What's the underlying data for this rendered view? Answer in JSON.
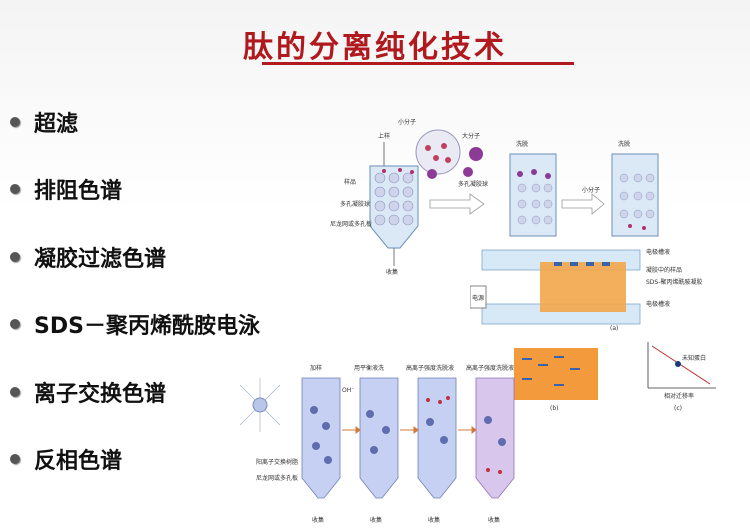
{
  "title": "肽的分离纯化技术",
  "bullets": [
    {
      "label": "超滤"
    },
    {
      "label": "排阻色谱"
    },
    {
      "label": "凝胶过滤色谱"
    },
    {
      "label": "SDS－聚丙烯酰胺电泳"
    },
    {
      "label": "离子交换色谱"
    },
    {
      "label": "反相色谱"
    }
  ],
  "gel_filtration_figure": {
    "sample_load": "上样",
    "small_molecule": "小分子",
    "large_molecule": "大分子",
    "porous_gel_bead": "多孔凝胶球",
    "sample": "样品",
    "porous_bead": "多孔凝胶球",
    "nylon_plate": "尼龙网或多孔板",
    "collect": "收集",
    "elution_1": "洗脱",
    "elution_2": "洗脱",
    "small_molecule_2": "小分子"
  },
  "electrophoresis_figure": {
    "electrode_top": "电极槽液",
    "sample_well": "凝胶中的样品",
    "gel": "SDS-聚丙烯酰胺凝胶",
    "electrode_bottom": "电极槽液",
    "label_a": "(a)",
    "label_b": "(b)",
    "label_c": "(c)",
    "unknown_protein": "未知蛋白",
    "axis_x": "相对迁移率",
    "power": "电源"
  },
  "ion_exchange_figure": {
    "step_1": "加样",
    "step_2": "用平衡液洗",
    "step_3": "高离子强度洗脱液",
    "step_4": "高离子强度洗脱液",
    "resin": "阳离子交换树脂",
    "support": "尼龙网或多孔板",
    "collect_1": "收集",
    "collect_2": "收集",
    "collect_3": "收集",
    "collect_4": "收集",
    "oh_label": "OH⁻"
  }
}
